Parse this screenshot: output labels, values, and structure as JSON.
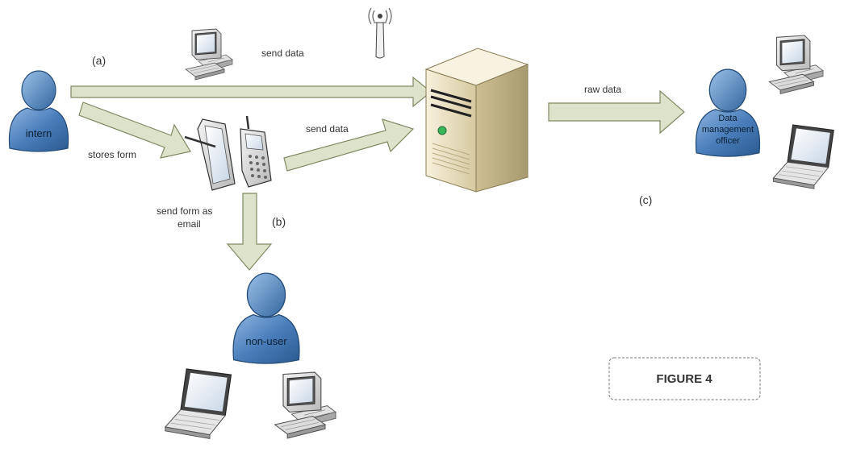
{
  "colors": {
    "arrow_fill": "#dde3cb",
    "arrow_stroke": "#7f8a62",
    "person_fill": "#4a7ebb",
    "person_dark": "#2b5a8f",
    "server_body": "#efe6c8"
  },
  "labels": {
    "a": "(a)",
    "b": "(b)",
    "c": "(c)",
    "send_data_top": "send data",
    "send_data_mid": "send data",
    "stores_form": "stores form",
    "send_form_line1": "send form as",
    "send_form_line2": "email",
    "raw_data": "raw data"
  },
  "actors": {
    "intern": "intern",
    "non_user": "non-user",
    "officer_line1": "Data",
    "officer_line2": "management",
    "officer_line3": "officer"
  },
  "figure_caption": "FIGURE 4",
  "icons": [
    "desktop-computer-icon",
    "laptop-icon",
    "tablet-icon",
    "mobile-phone-icon",
    "server-icon",
    "antenna-icon",
    "person-icon"
  ]
}
